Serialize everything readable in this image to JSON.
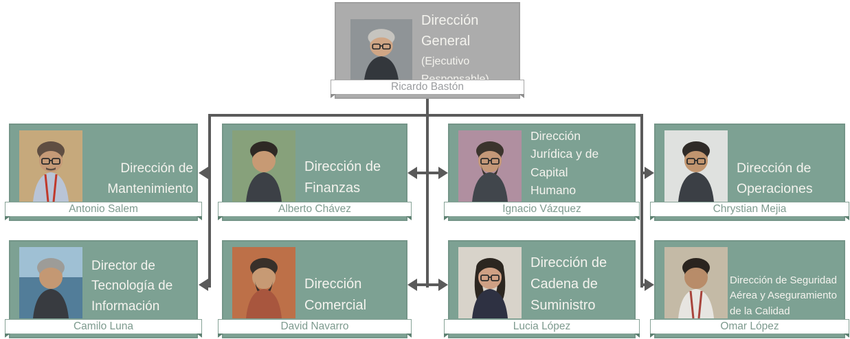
{
  "theme": {
    "node_fill": "#7DA193",
    "root_fill": "#ACACAC",
    "connector": "#5A5A5A",
    "title_text": "#F4F3EE",
    "ribbon_bg": "#FFFFFF",
    "ribbon_text_green": "#7D9A8E",
    "ribbon_text_gray": "#9A9C9F"
  },
  "org_chart": {
    "root": {
      "title": "Dirección General",
      "subtitle": "(Ejecutivo Responsable)",
      "name": "Ricardo Bastón",
      "photo": "portrait-photo"
    },
    "row2": [
      {
        "title": "Dirección de Mantenimiento",
        "name": "Antonio Salem",
        "photo": "portrait-photo"
      },
      {
        "title": "Dirección de Finanzas",
        "name": "Alberto Chávez",
        "photo": "portrait-photo"
      },
      {
        "title": "Dirección Jurídica y de Capital Humano",
        "name": "Ignacio Vázquez",
        "photo": "portrait-photo"
      },
      {
        "title": "Dirección de Operaciones",
        "name": "Chrystian Mejia",
        "photo": "portrait-photo"
      }
    ],
    "row3": [
      {
        "title": "Director de Tecnología de Información",
        "name": "Camilo Luna",
        "photo": "portrait-photo"
      },
      {
        "title": "Dirección Comercial",
        "name": "David Navarro",
        "photo": "portrait-photo"
      },
      {
        "title": "Dirección de Cadena de Suministro",
        "name": "Lucia López",
        "photo": "portrait-photo"
      },
      {
        "title": "Dirección de Seguridad Aérea y Aseguramiento de la Calidad",
        "name": "Omar López",
        "photo": "portrait-photo"
      }
    ]
  }
}
